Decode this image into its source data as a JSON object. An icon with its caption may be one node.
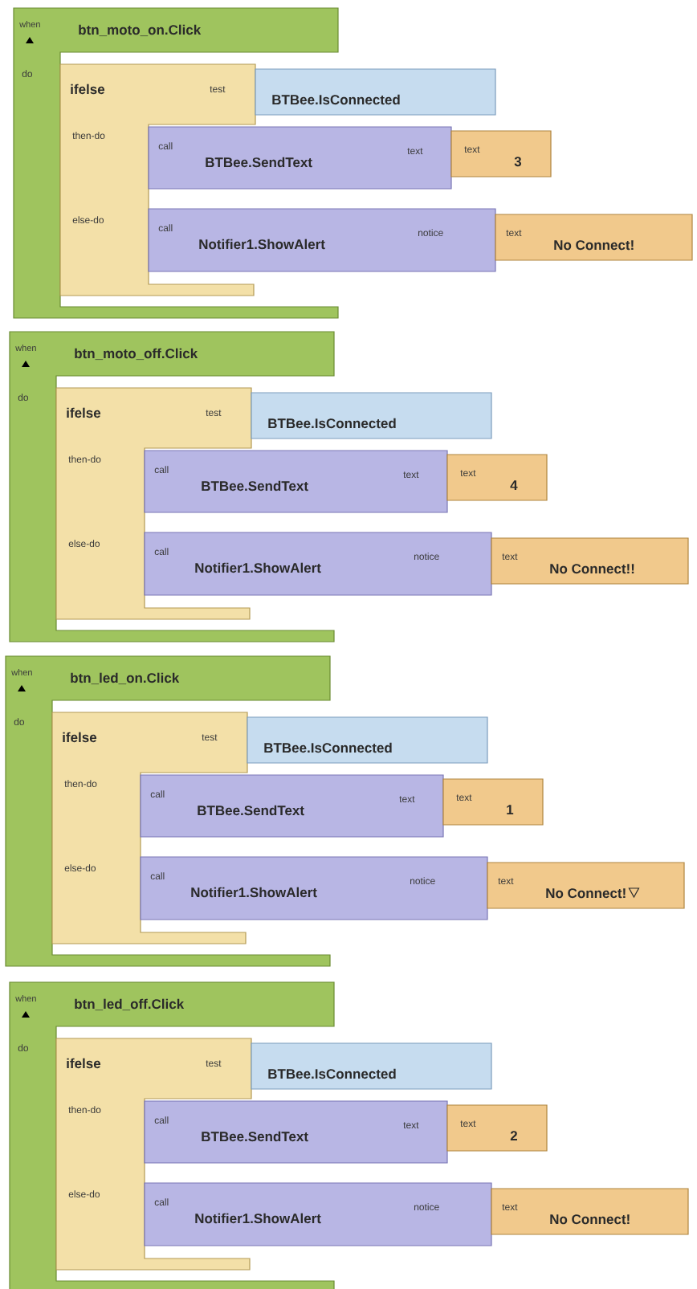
{
  "diagram": {
    "nodes": [
      {
        "text": [
          "when",
          "btn_moto_on.Click",
          "do"
        ]
      },
      {
        "text": [
          "ifelse",
          "test",
          "then-do",
          "else-do"
        ],
        "in": 0
      },
      {
        "text": [
          "BTBee.IsConnected"
        ]
      },
      {
        "text": [
          "call",
          "BTBee.SendText",
          "text"
        ]
      },
      {
        "text": [
          "text",
          "3"
        ]
      },
      {
        "text": [
          "call",
          "Notifier1.ShowAlert",
          "notice"
        ]
      },
      {
        "text": [
          "text",
          "No Connect!"
        ]
      },
      {
        "text": [
          "when",
          "btn_moto_off.Click",
          "do"
        ]
      },
      {
        "text": [
          "ifelse",
          "test",
          "then-do",
          "else-do"
        ],
        "in": 7
      },
      {
        "text": [
          "BTBee.IsConnected"
        ]
      },
      {
        "text": [
          "call",
          "BTBee.SendText",
          "text"
        ]
      },
      {
        "text": [
          "text",
          "4"
        ]
      },
      {
        "text": [
          "call",
          "Notifier1.ShowAlert",
          "notice"
        ]
      },
      {
        "text": [
          "text",
          "No Connect!!"
        ]
      },
      {
        "text": [
          "when",
          "btn_led_on.Click",
          "do"
        ]
      },
      {
        "text": [
          "ifelse",
          "test",
          "then-do",
          "else-do"
        ],
        "in": 14
      },
      {
        "text": [
          "BTBee.IsConnected"
        ]
      },
      {
        "text": [
          "call",
          "BTBee.SendText",
          "text"
        ]
      },
      {
        "text": [
          "text",
          "1"
        ]
      },
      {
        "text": [
          "call",
          "Notifier1.ShowAlert",
          "notice"
        ]
      },
      {
        "text": [
          "text",
          "No Connect!"
        ]
      },
      {
        "text": [
          "when",
          "btn_led_off.Click",
          "do"
        ]
      },
      {
        "text": [
          "ifelse",
          "test",
          "then-do",
          "else-do"
        ],
        "in": 21
      },
      {
        "text": [
          "BTBee.IsConnected"
        ]
      },
      {
        "text": [
          "call",
          "BTBee.SendText",
          "text"
        ]
      },
      {
        "text": [
          "text",
          "2"
        ]
      },
      {
        "text": [
          "call",
          "Notifier1.ShowAlert",
          "notice"
        ]
      },
      {
        "text": [
          "text",
          "No Connect!"
        ]
      }
    ]
  }
}
